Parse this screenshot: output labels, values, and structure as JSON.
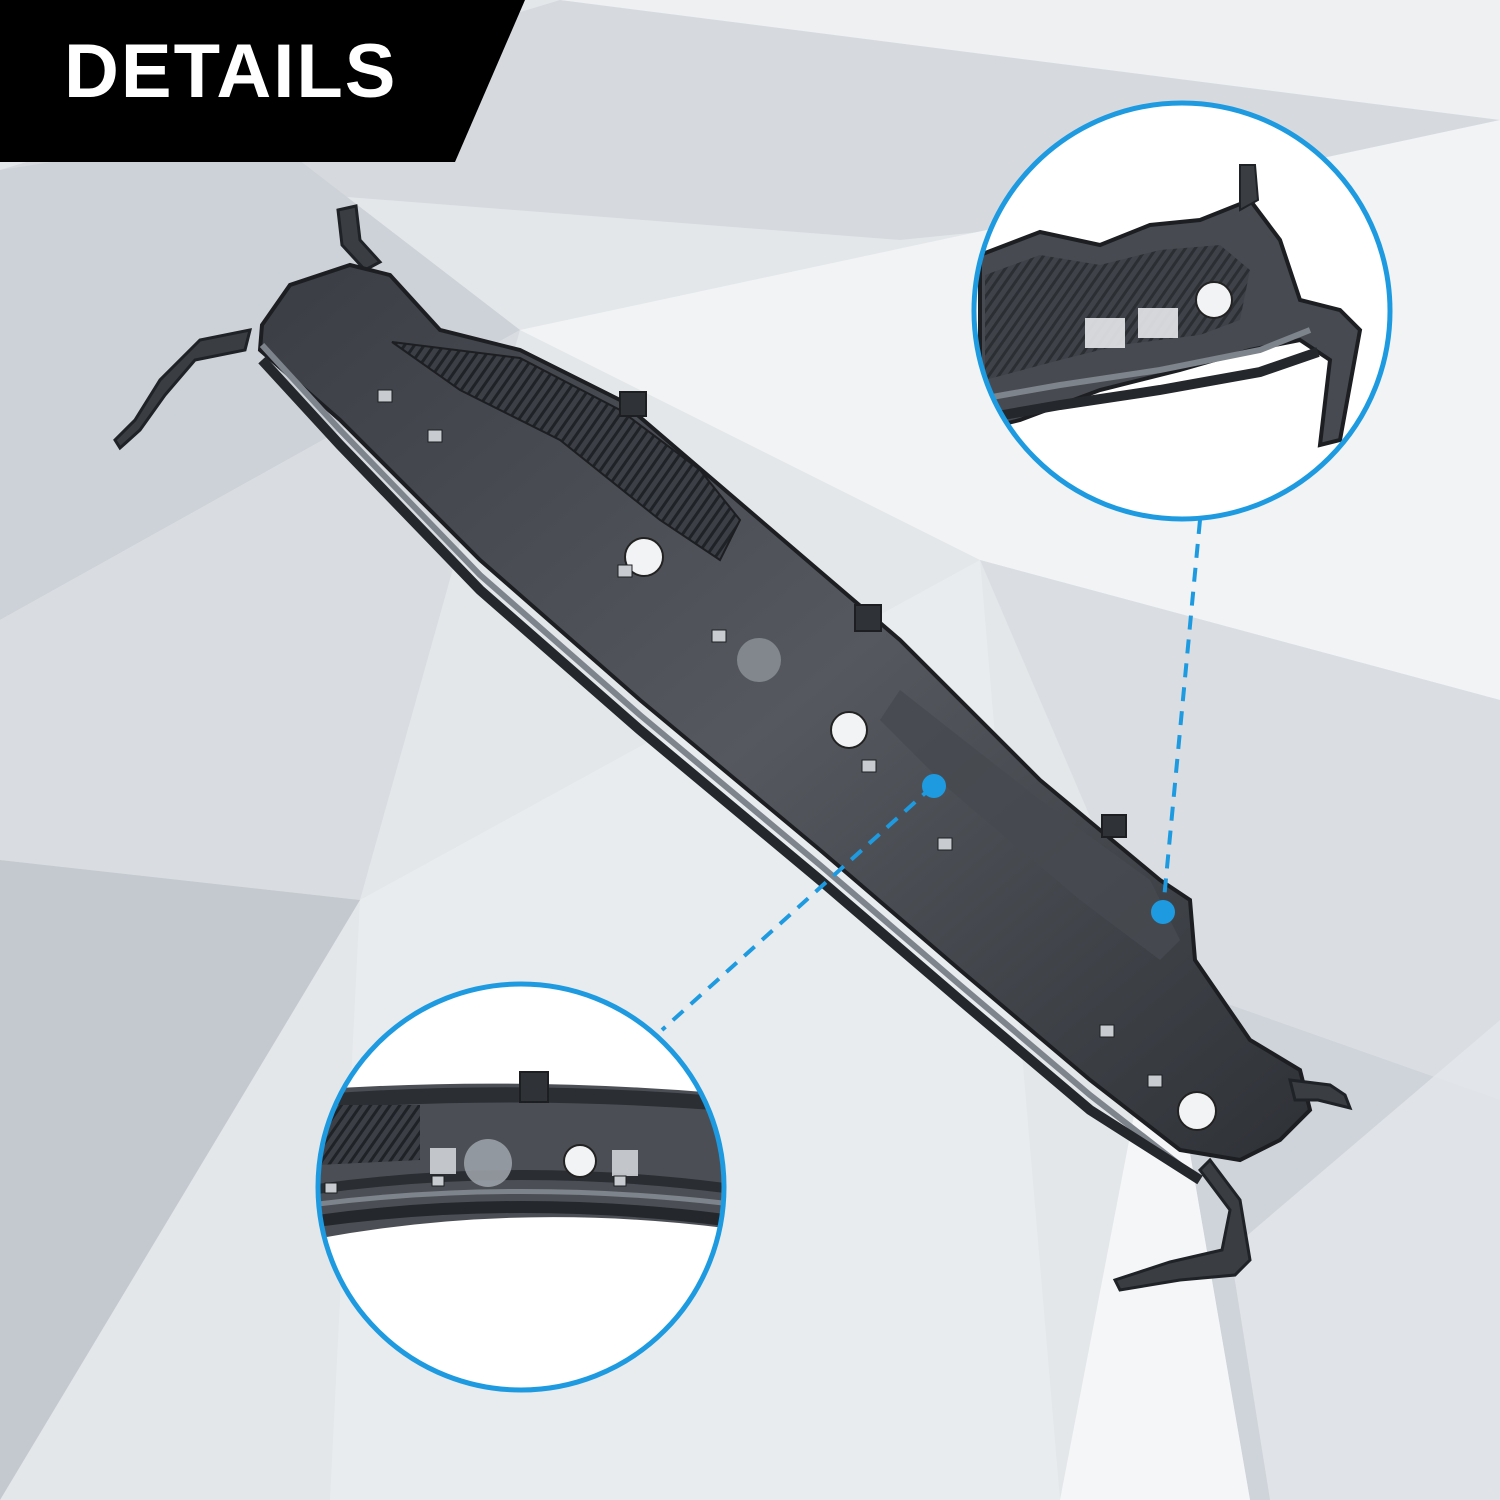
{
  "banner": {
    "title": "DETAILS"
  },
  "colors": {
    "background_light": "#eef0f2",
    "background_mid": "#d7dbe0",
    "background_dark": "#c2c7cd",
    "banner": "#000000",
    "banner_text": "#ffffff",
    "accent": "#1e9be0",
    "part_dark": "#2b2e33",
    "part_mid": "#4a4e55",
    "part_light": "#8e949c"
  },
  "icons": {
    "main_part": "cowl-vent-panel-image",
    "zoom_top": "zoom-detail-circle",
    "zoom_bottom": "zoom-detail-circle",
    "marker": "callout-dot"
  }
}
